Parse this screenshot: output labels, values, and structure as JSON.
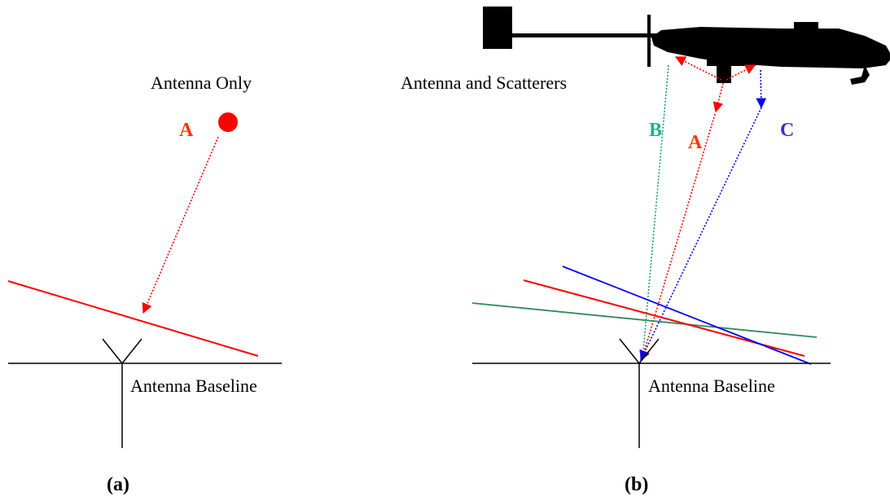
{
  "panel_a": {
    "title": "Antenna Only",
    "baseline_label": "Antenna Baseline",
    "caption": "(a)",
    "source_label": "A"
  },
  "panel_b": {
    "title": "Antenna and Scatterers",
    "baseline_label": "Antenna Baseline",
    "caption": "(b)",
    "path_labels": {
      "a": "A",
      "b": "B",
      "c": "C"
    }
  },
  "colors": {
    "red": "#ff0000",
    "green": "#1a9e6e",
    "blue": "#0000ff",
    "label_red": "#ff3300",
    "label_green": "#19b88a",
    "label_blue": "#3333cc",
    "black": "#000000"
  },
  "icons": [
    "antenna-icon",
    "helicopter-icon"
  ]
}
